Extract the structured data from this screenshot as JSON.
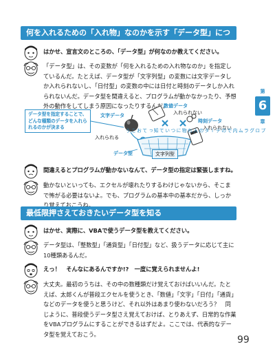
{
  "section1": {
    "heading": "何を入れるための「入れ物」なのかを示す「データ型」について"
  },
  "dialog1": [
    {
      "speaker": "student",
      "style": "question",
      "text": "はかせ、宣言文のところの、「データ型」が何なのか教えてください。"
    },
    {
      "speaker": "professor",
      "style": "answer",
      "text": "「データ型」は、その変数が「何を入れるための入れ物なのか」を指定しているんだ。たとえば、データ型が「文字列型」の変数には文字データしか入れられないし、「日付型」の変数の中には日付と時刻のデータしか入れられないんだ。データ型を間違えると、プログラムが動かなかったり、予想外の動作をしてしまう原因になったりするんだ。"
    }
  ],
  "diagram": {
    "callout": "データ型を指定することで、どんな種類のデータを入れられるのかが決まる",
    "text_data": "文字データ",
    "numeric_data": "数値データ",
    "numeric_no": "入れられない",
    "datetime_data": "時刻データ",
    "datetime_no": "入れられない",
    "can_put": "入れられる",
    "type_label": "データ型",
    "string_type": "文字列型"
  },
  "dialog2": [
    {
      "speaker": "student",
      "style": "question",
      "text": "間違えるとプログラムが動かないなんて、データ型の指定は緊張しますね。"
    },
    {
      "speaker": "professor",
      "style": "answer",
      "text": "動かないといっても、エクセルが壊れたりするわけじゃないから、そこまで怖がる必要はないよ。でも、プログラムの基本中の基本だから、しっかり覚えておこうね。"
    }
  ],
  "section2": {
    "heading": "最低限押さえておきたいデータ型を知る"
  },
  "dialog3": [
    {
      "speaker": "student",
      "style": "question",
      "text": "はかせ、実際に、VBAで使うデータ型を教えてください。"
    },
    {
      "speaker": "professor",
      "style": "answer",
      "text": "データ型は、「整数型」「通貨型」「日付型」など、扱うデータに応じて主に10種類あるんだ。"
    },
    {
      "speaker": "student",
      "style": "question",
      "text": "えっ！　そんなにあるんですか!?　一度に覚えられませんよ!"
    },
    {
      "speaker": "professor",
      "style": "answer",
      "text": "大丈夫。最初のうちは、その中の数種類だけ覚えておけばいいんだ。たとえば、太郎くんが普段エクセルを使うとき、「数値」「文字」「日付」「通貨」などのデータを使うと思うけど、それ以外はあまり使わないだろう？　同じように、普段使うデータ型さえ覚えておけば、とりあえず、日常的な作業をVBAプログラムにすることができるはずだよ。ここでは、代表的なデータ型を覚えておこう。"
    }
  ],
  "sidebar": {
    "chapter_prefix": "第",
    "chapter_number": "6",
    "chapter_suffix": "章",
    "title": "プログラム内でのデータの入れ物について知っておこう"
  },
  "page_number": "99",
  "colors": {
    "accent": "#2d8fc7"
  }
}
